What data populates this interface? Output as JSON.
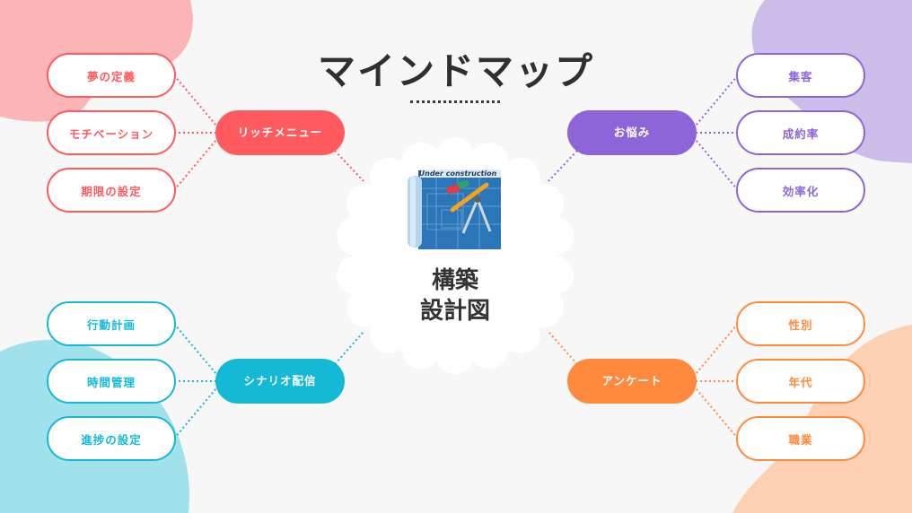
{
  "title": "マインドマップ",
  "center": {
    "line1": "構築",
    "line2": "設計図",
    "image": "under-construction-blueprint",
    "image_caption": "Under construction"
  },
  "branches": {
    "red": {
      "color": "#ff5a5f",
      "hub": "リッチメニュー",
      "leaves": [
        "夢の定義",
        "モチベーション",
        "期限の設定"
      ]
    },
    "purple": {
      "color": "#8e65d8",
      "hub": "お悩み",
      "leaves": [
        "集客",
        "成約率",
        "効率化"
      ]
    },
    "cyan": {
      "color": "#14b9d6",
      "hub": "シナリオ配信",
      "leaves": [
        "行動計画",
        "時間管理",
        "進捗の設定"
      ]
    },
    "orange": {
      "color": "#ff8a3d",
      "hub": "アンケート",
      "leaves": [
        "性別",
        "年代",
        "職業"
      ]
    }
  },
  "colors": {
    "background": "#f7f7f7",
    "blob_red": "#fbb5b7",
    "blob_purple": "#cbbdea",
    "blob_cyan": "#a1e1ec",
    "blob_orange": "#fdd0b4"
  }
}
